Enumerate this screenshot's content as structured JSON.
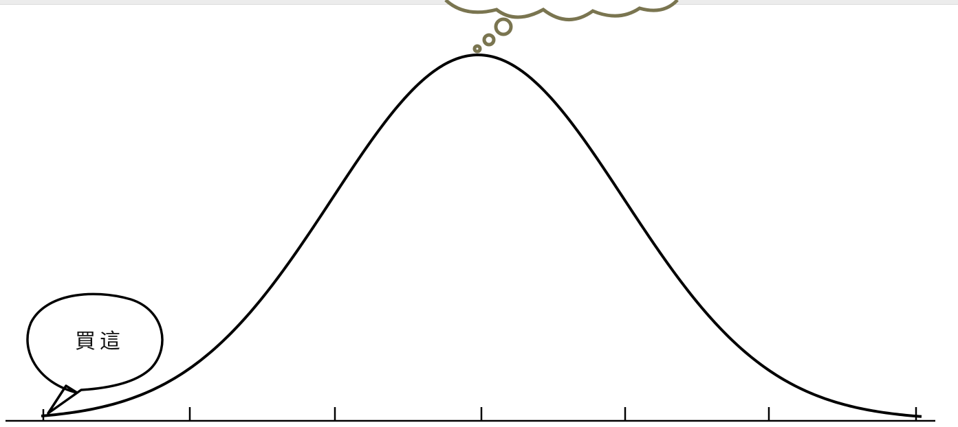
{
  "diagram": {
    "curve": {
      "type": "normal-distribution",
      "stroke_color": "#000000"
    },
    "axis": {
      "tick_count": 7,
      "stroke_color": "#000000"
    },
    "thought_bubble": {
      "stroke_color": "#7a7550",
      "text": ""
    },
    "speech_bubble": {
      "text": "買這",
      "stroke_color": "#000000"
    }
  }
}
